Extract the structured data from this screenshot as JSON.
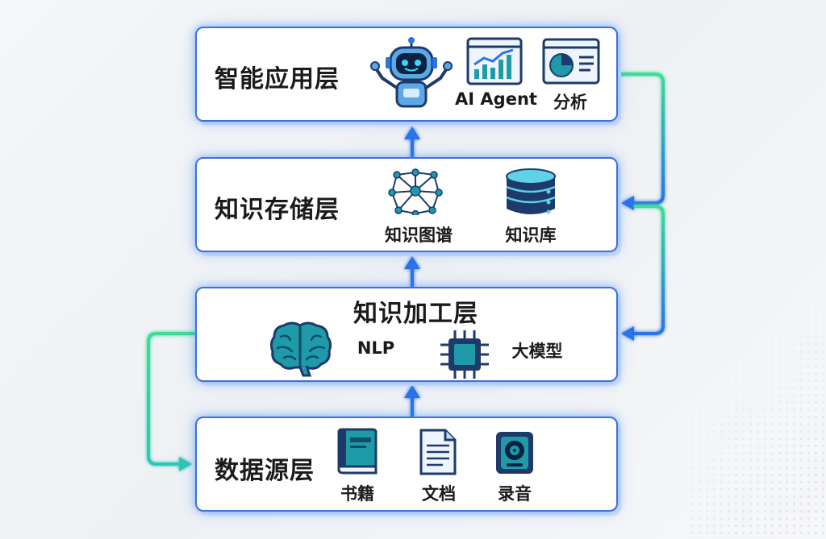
{
  "layers": {
    "app": {
      "title": "智能应用层",
      "agent_label": "AI Agent",
      "analysis_label": "分析"
    },
    "storage": {
      "title": "知识存储层",
      "graph_label": "知识图谱",
      "base_label": "知识库"
    },
    "processing": {
      "title": "知识加工层",
      "nlp_label": "NLP",
      "llm_label": "大模型"
    },
    "source": {
      "title": "数据源层",
      "book_label": "书籍",
      "doc_label": "文档",
      "audio_label": "录音"
    }
  },
  "colors": {
    "border": "#3f6fd8",
    "glow": "#5aa0ff",
    "arrow_blue": "#2a73e8",
    "arrow_green": "#3ddc97",
    "icon_teal": "#1f9aa8",
    "icon_navy": "#1e3a6a"
  },
  "icons": [
    "robot-icon",
    "line-chart-icon",
    "pie-chart-icon",
    "knowledge-graph-icon",
    "database-icon",
    "brain-icon",
    "chip-icon",
    "book-icon",
    "document-icon",
    "audio-device-icon"
  ]
}
